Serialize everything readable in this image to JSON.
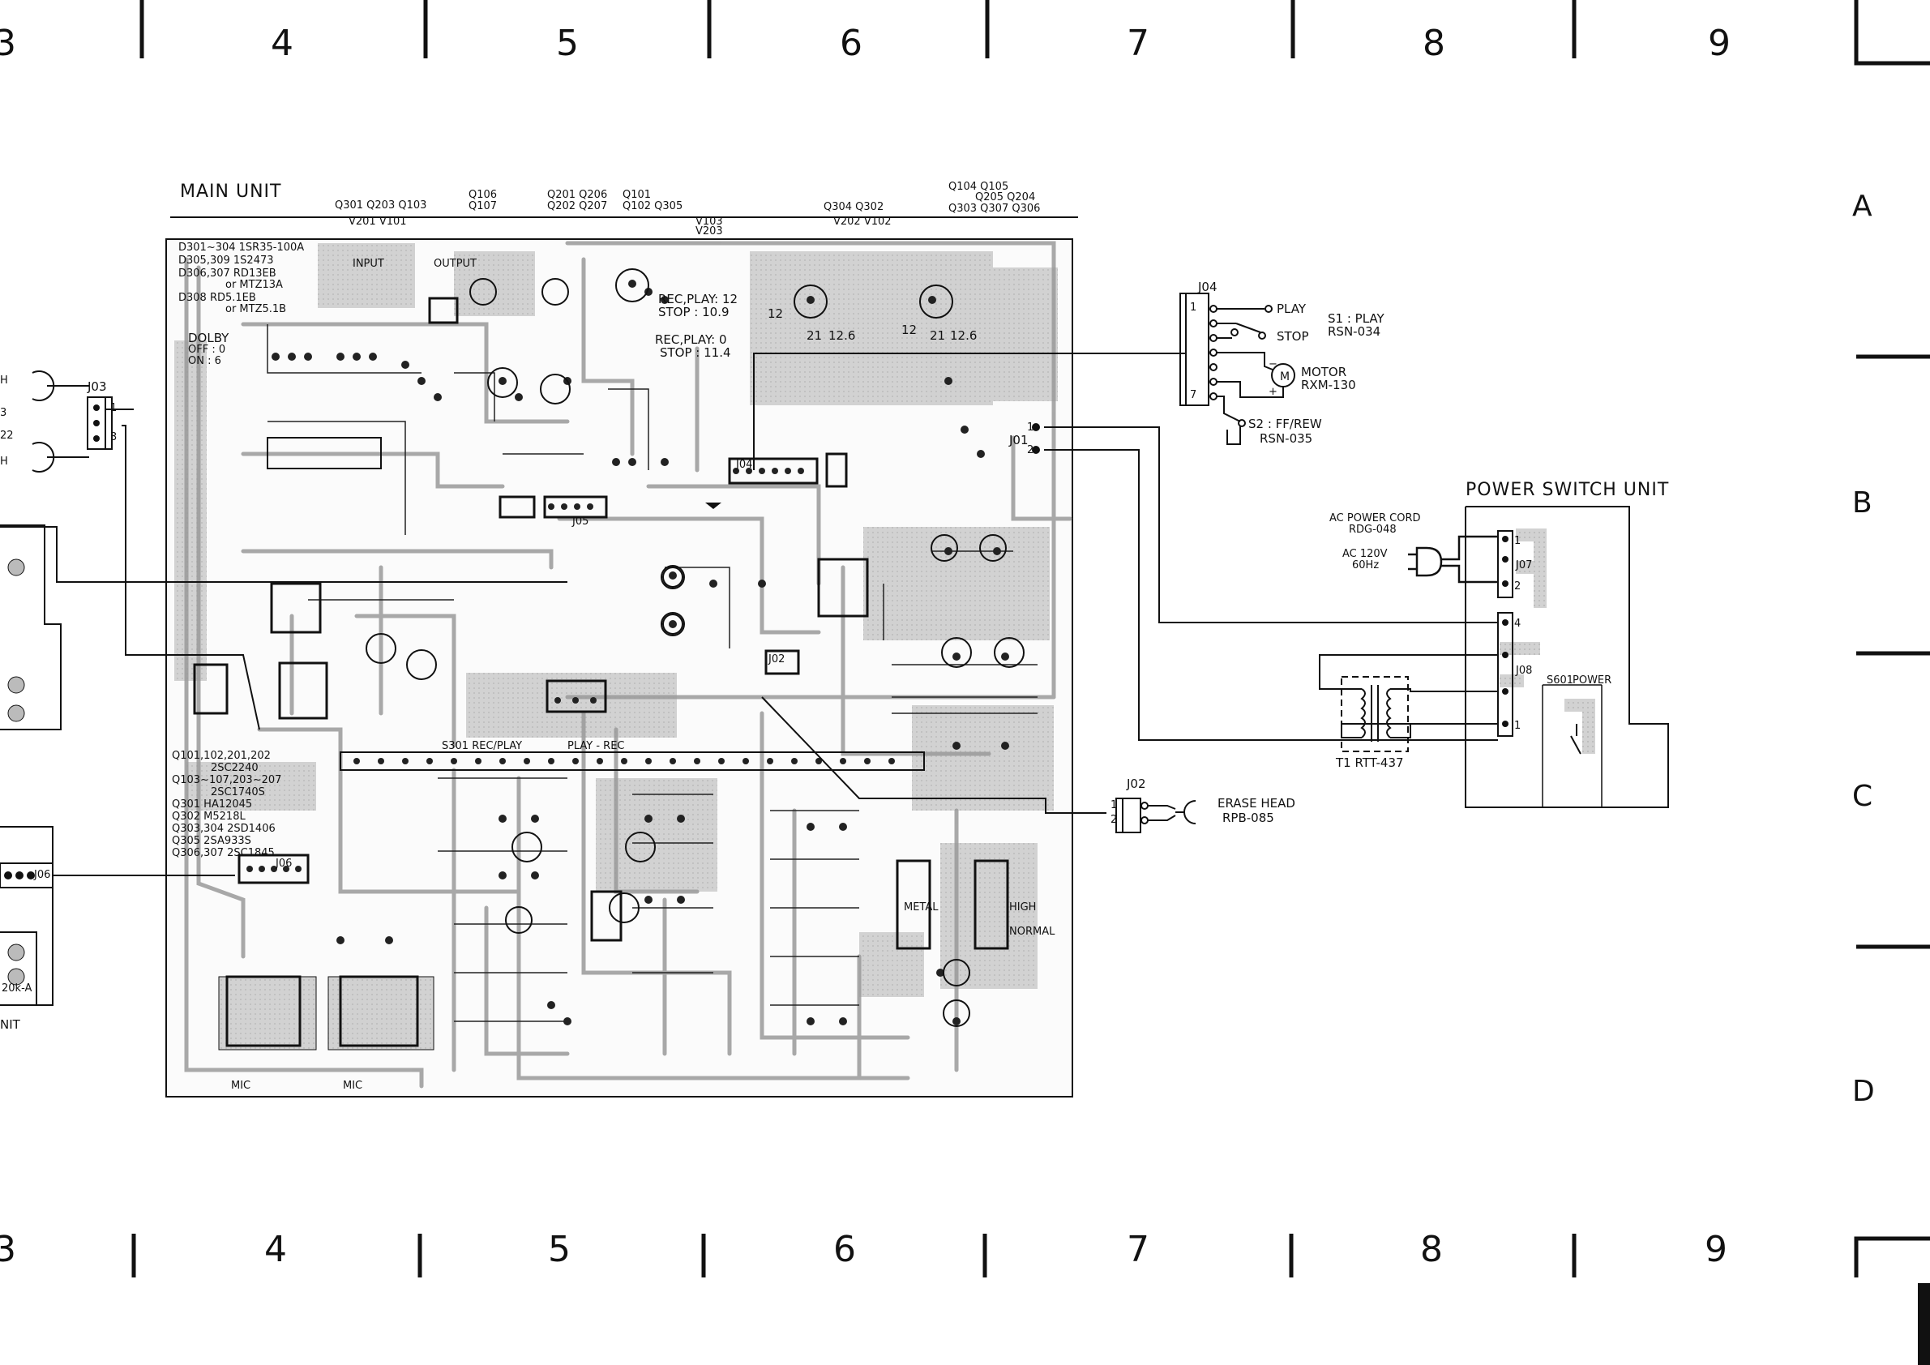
{
  "grid": {
    "columns": [
      "3",
      "4",
      "5",
      "6",
      "7",
      "8",
      "9"
    ],
    "rows": [
      "A",
      "B",
      "C",
      "D"
    ]
  },
  "main_unit": {
    "title": "MAIN UNIT",
    "top_refs": [
      "Q301  Q203 Q103",
      "V201      V101",
      "Q106",
      "Q107",
      "Q201 Q206",
      "Q202 Q207",
      "Q101",
      "Q102  Q305",
      "V103",
      "V203",
      "Q304    Q302",
      "V202    V102",
      "Q104 Q105",
      "Q205 Q204",
      "Q303 Q307 Q306"
    ],
    "diode_legend": [
      "D301~304  1SR35-100A",
      "D305,309  1S2473",
      "D306,307  RD13EB",
      "or MTZ13A",
      "D308      RD5.1EB",
      "or MTZ5.1B"
    ],
    "transistor_legend": [
      "Q101,102,201,202",
      "2SC2240",
      "Q103~107,203~207",
      "2SC1740S",
      "Q301  HA12045",
      "Q302  M5218L",
      "Q303,304  2SD1406",
      "Q305  2SA933S",
      "Q306,307  2SC1845"
    ],
    "labels": {
      "dolby": "DOLBY",
      "dolby_off": "OFF : 0",
      "dolby_on": "ON  : 6",
      "input": "INPUT",
      "output": "OUTPUT",
      "rec_play_1": "REC,PLAY: 12",
      "stop_1": "STOP  : 10.9",
      "rec_play_2": "REC,PLAY: 0",
      "stop_2": "STOP  : 11.4",
      "rec_play_switch": "S301    REC/PLAY",
      "play_rec": "PLAY - REC",
      "mic_1": "MIC",
      "mic_2": "MIC",
      "metal": "METAL",
      "high": "HIGH",
      "normal": "NORMAL",
      "v_12": "12",
      "v_21": "21",
      "v_126": "12.6",
      "v_12b": "12",
      "v_21b": "21",
      "v_126b": "12.6",
      "j04_board": "J04",
      "j05_board": "J05",
      "j06_board": "J06",
      "j02_board": "J02",
      "j03_board": "J03"
    }
  },
  "j04": {
    "title": "J04",
    "pin_top": "1",
    "pin_bottom": "7",
    "play": "PLAY",
    "stop": "STOP",
    "s1_label": "S1 : PLAY",
    "s1_part": "RSN-034",
    "motor_label": "MOTOR",
    "motor_part": "RXM-130",
    "s2_label": "S2 : FF/REW",
    "s2_part": "RSN-035",
    "plus": "+",
    "minus": "−"
  },
  "j01": {
    "title": "J01",
    "pin1": "1",
    "pin2": "2"
  },
  "power_switch": {
    "title": "POWER SWITCH UNIT",
    "cord_label": "AC POWER CORD",
    "cord_part": "RDG-048",
    "ac_label": "AC 120V",
    "ac_freq": "60Hz",
    "j07": "J07",
    "j08": "J08",
    "s601": "S601",
    "power": "POWER",
    "transformer": "T1  RTT-437",
    "pins": [
      "1",
      "2",
      "4",
      "1"
    ]
  },
  "j02": {
    "title": "J02",
    "pin1": "1",
    "pin2": "2",
    "erase_label": "ERASE HEAD",
    "erase_part": "RPB-085"
  },
  "left_partial": {
    "j03": "J03",
    "pin1": "1",
    "pin3": "3",
    "j06": "J06",
    "unit_suffix": "NIT",
    "part_suffix": "20k-A",
    "h1": "H",
    "n3": "3",
    "n22": "22",
    "h2": "H"
  }
}
